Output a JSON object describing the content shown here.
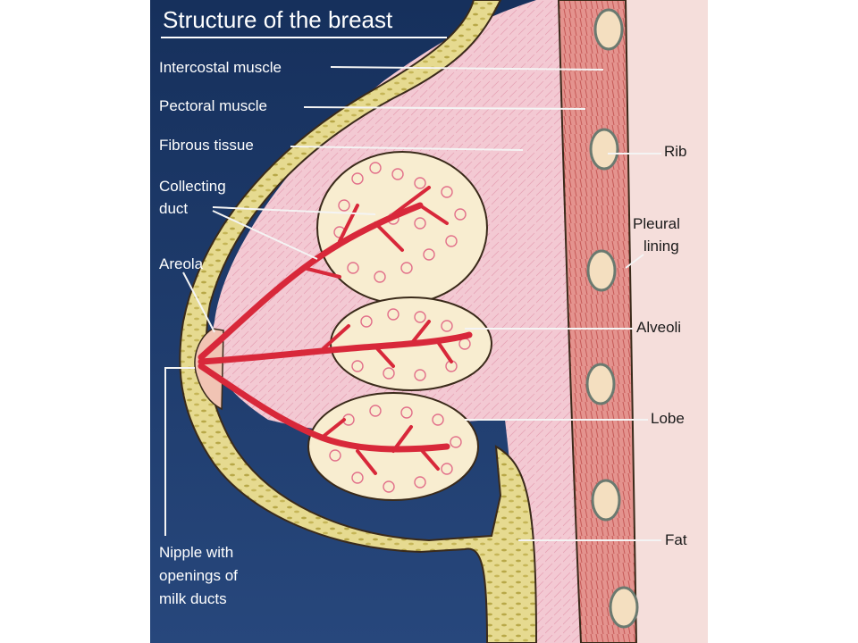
{
  "title": "Structure of the breast",
  "labels": {
    "intercostal_muscle": "Intercostal muscle",
    "pectoral_muscle": "Pectoral muscle",
    "fibrous_tissue": "Fibrous tissue",
    "collecting_duct_1": "Collecting",
    "collecting_duct_2": "duct",
    "areola": "Areola",
    "nipple_1": "Nipple with",
    "nipple_2": "openings of",
    "nipple_3": "milk ducts",
    "rib": "Rib",
    "pleural_1": "Pleural",
    "pleural_2": "lining",
    "alveoli": "Alveoli",
    "lobe": "Lobe",
    "fat": "Fat"
  },
  "colors": {
    "background_navy": "#1f3a6b",
    "chest_wall": "#f4dcd8",
    "fibrous": "#f3c8d3",
    "fat_yellow": "#e4d78a",
    "lobe_cream": "#f8edd0",
    "duct_red": "#d8283a",
    "muscle_red": "#c24a48",
    "rib_bone": "#d8caa8"
  }
}
